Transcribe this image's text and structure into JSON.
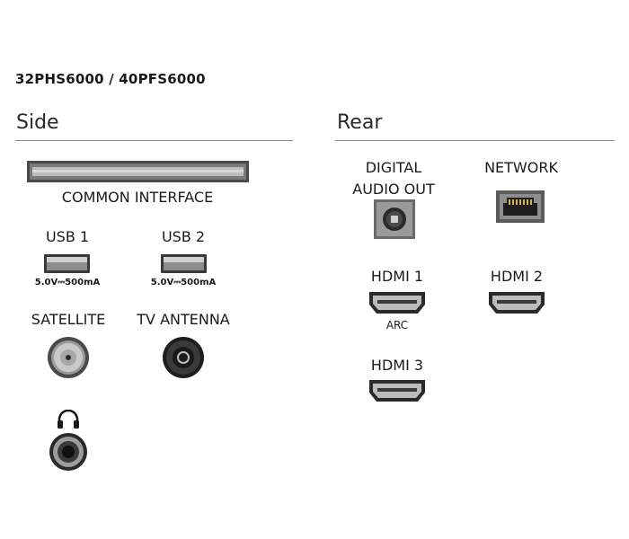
{
  "model": "32PHS6000 / 40PFS6000",
  "side": {
    "title": "Side",
    "common_interface": "COMMON INTERFACE",
    "usb1": {
      "label": "USB 1",
      "spec": "5.0V⎓500mA"
    },
    "usb2": {
      "label": "USB 2",
      "spec": "5.0V⎓500mA"
    },
    "satellite": "SATELLITE",
    "tv_antenna": "TV ANTENNA",
    "headphone_icon": "headphone-icon"
  },
  "rear": {
    "title": "Rear",
    "digital_audio_line1": "DIGITAL",
    "digital_audio_line2": "AUDIO OUT",
    "network": "NETWORK",
    "hdmi1": "HDMI 1",
    "hdmi1_sub": "ARC",
    "hdmi2": "HDMI 2",
    "hdmi3": "HDMI 3"
  }
}
